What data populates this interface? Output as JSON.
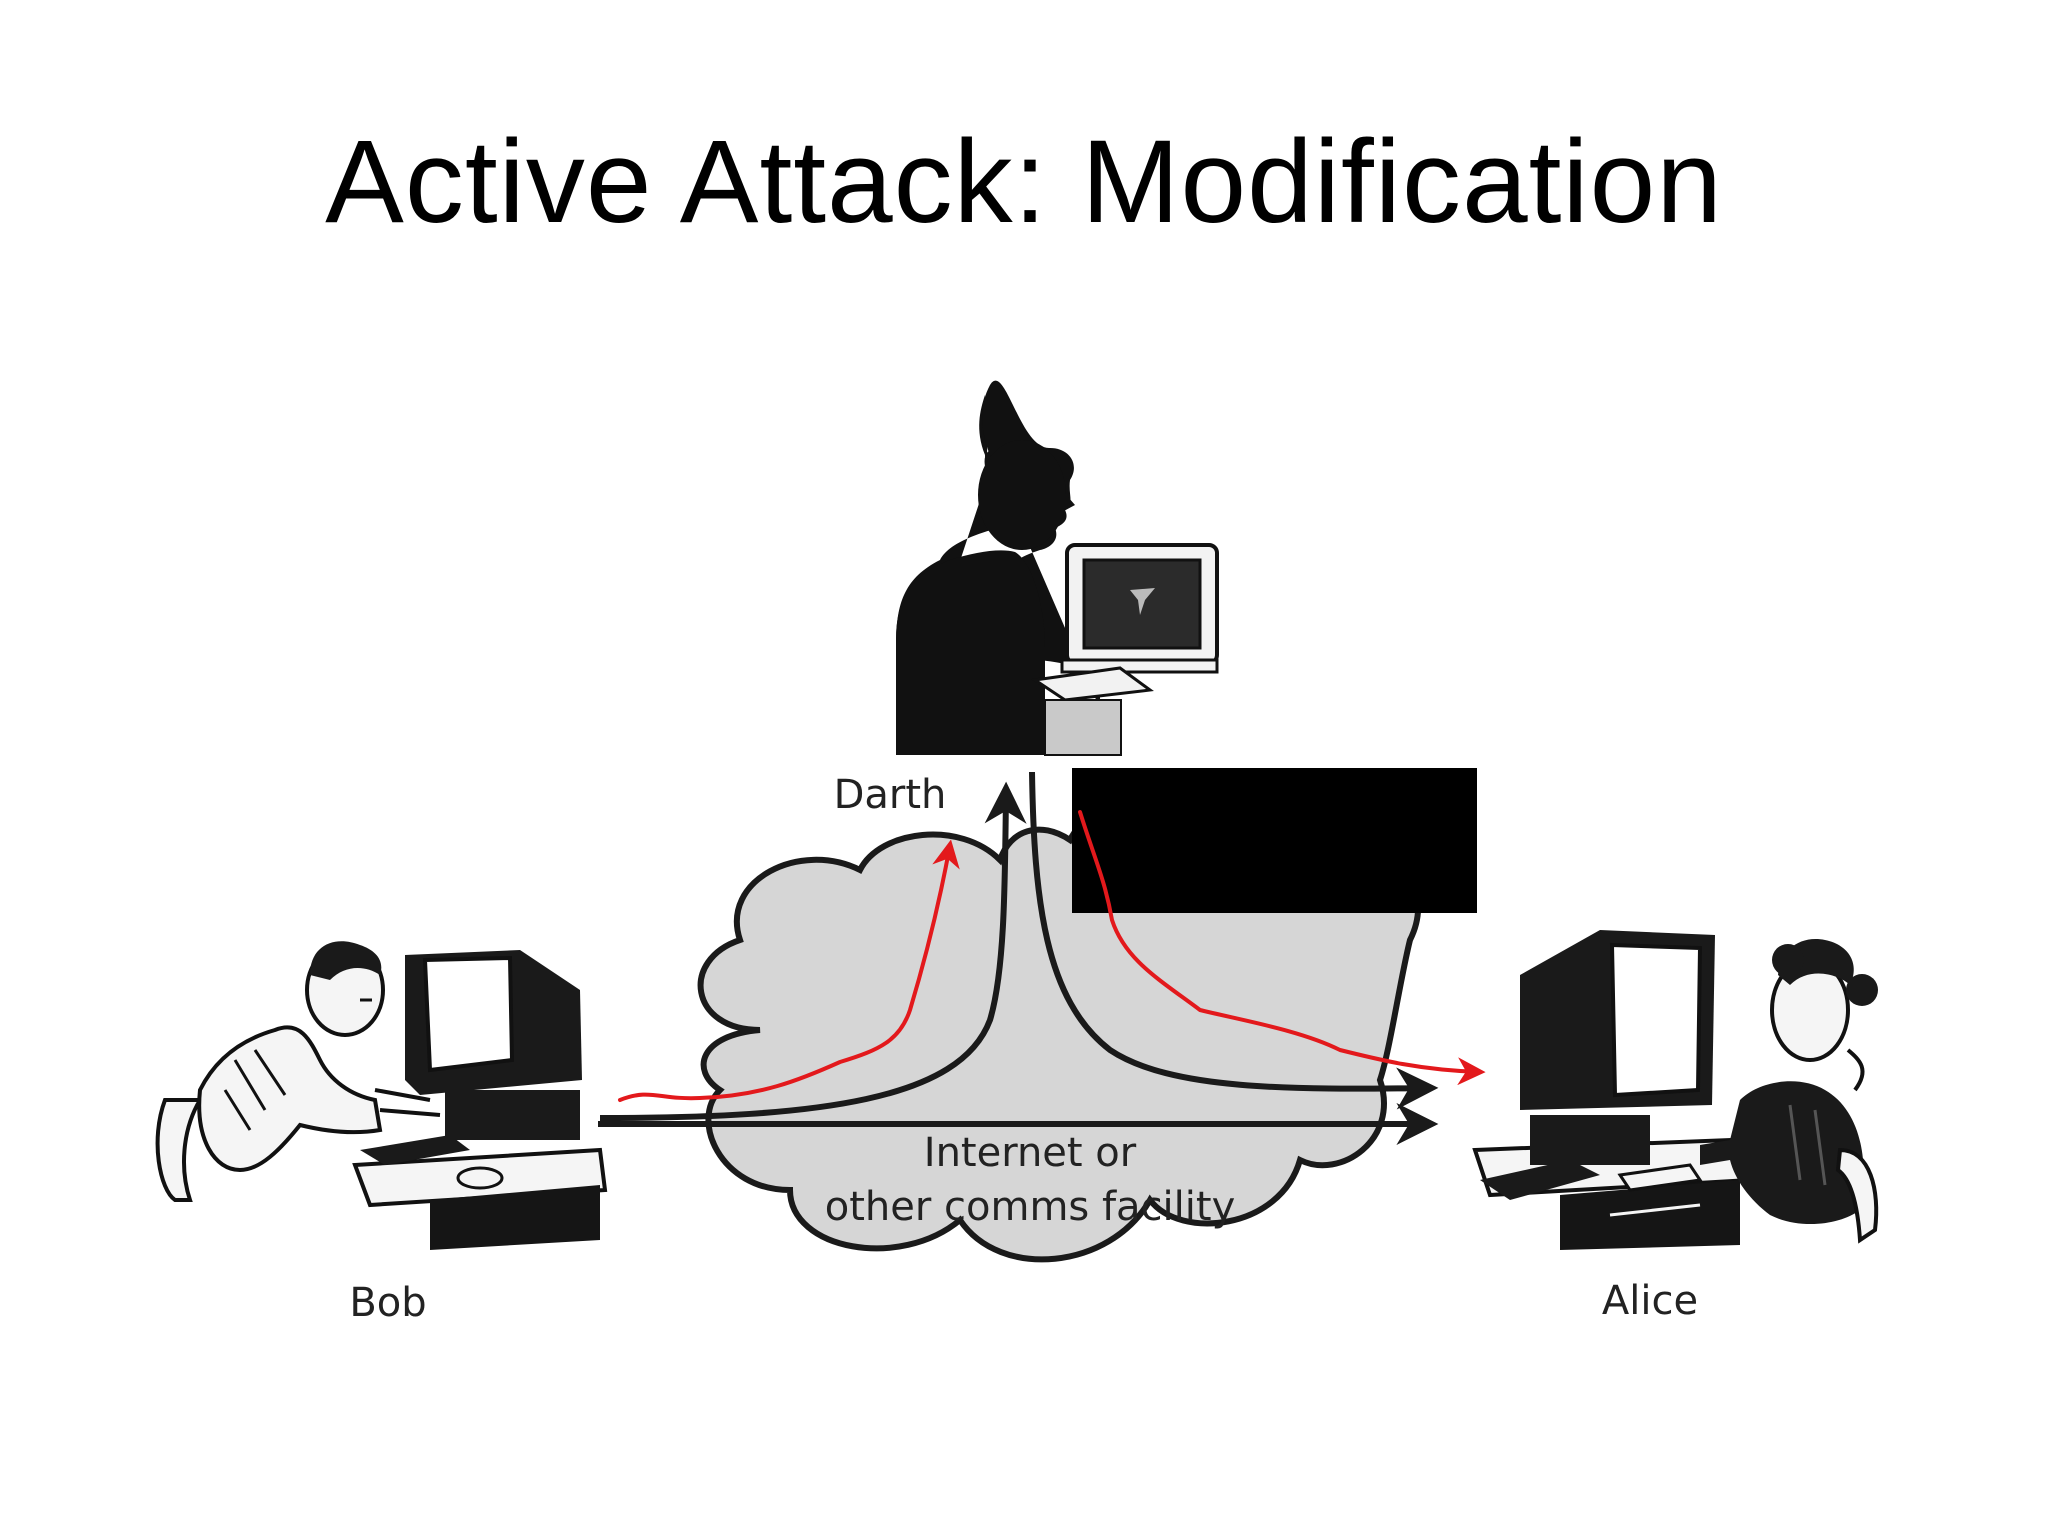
{
  "slide": {
    "title": "Active Attack: Modification"
  },
  "diagram": {
    "labels": {
      "darth": "Darth",
      "bob": "Bob",
      "alice": "Alice",
      "cloud_line1": "Internet or",
      "cloud_line2": "other comms facility"
    },
    "colors": {
      "annotation": "#e3191c",
      "cloud_fill": "#d6d6d6",
      "redaction": "#000000"
    }
  }
}
